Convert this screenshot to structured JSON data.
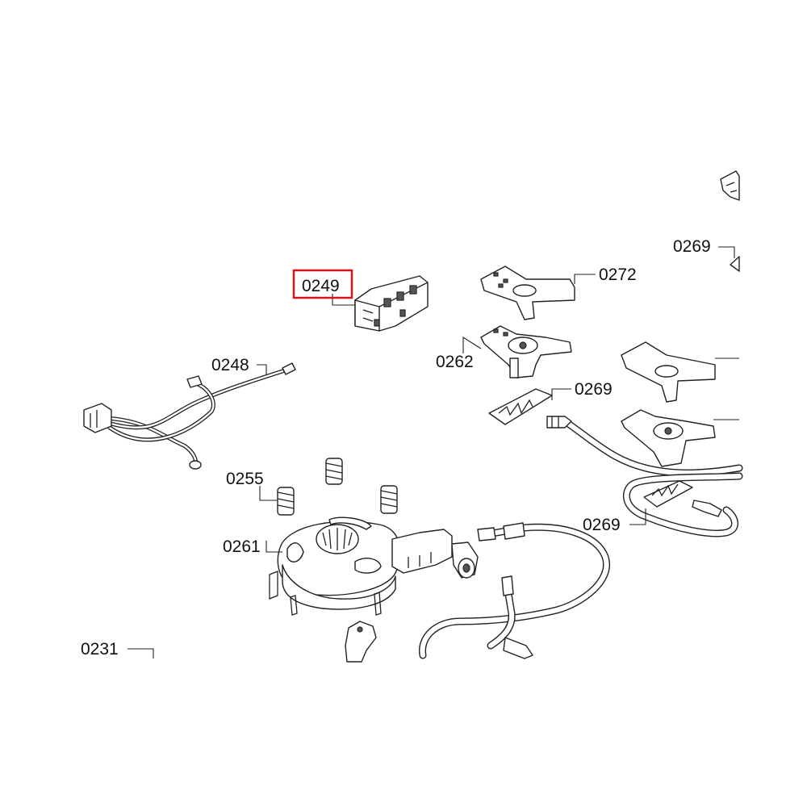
{
  "callouts": {
    "c0249": "0249",
    "c0272": "0272",
    "c0269_top": "0269",
    "c0248": "0248",
    "c0262": "0262",
    "c0269_mid": "0269",
    "c0255": "0255",
    "c0261": "0261",
    "c0269_low": "0269",
    "c0231": "0231"
  },
  "highlighted_part": "0249",
  "highlight_color": "#d9141b"
}
